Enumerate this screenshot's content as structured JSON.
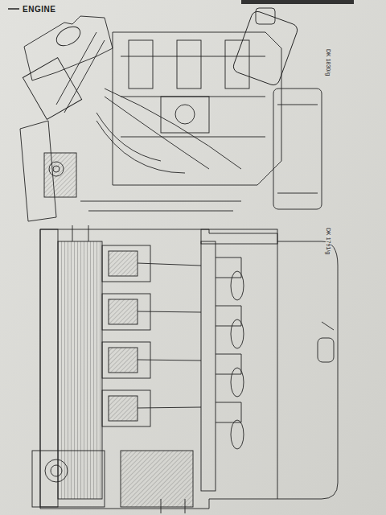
{
  "diagram": {
    "title": "ENGINE",
    "labels": [
      "DK 1830/g",
      "DK 1791/g"
    ]
  }
}
